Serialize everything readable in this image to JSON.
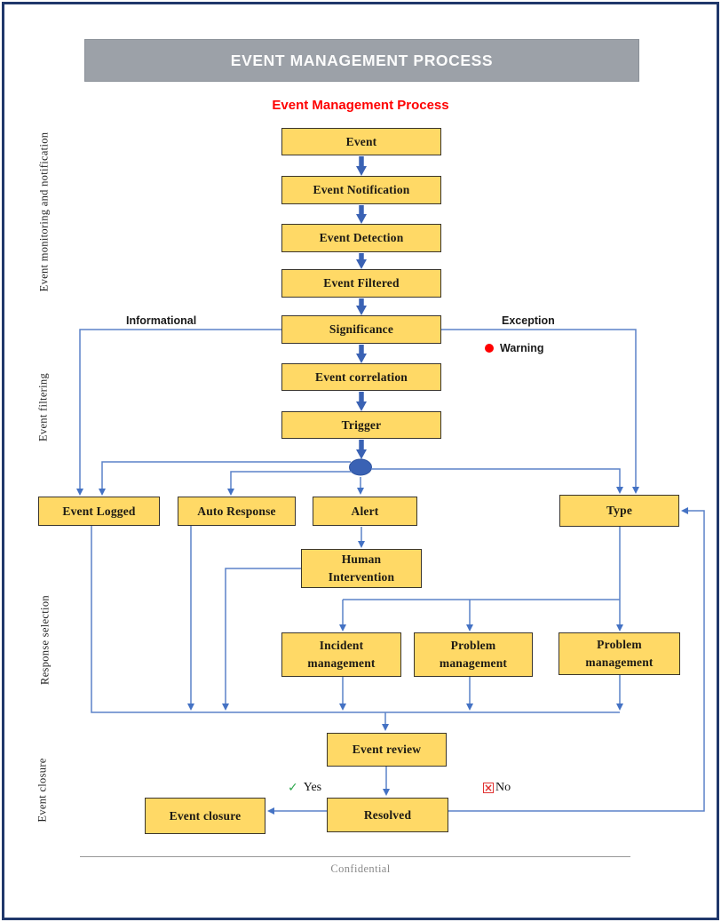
{
  "header": {
    "banner_title": "EVENT MANAGEMENT PROCESS",
    "subtitle": "Event Management Process"
  },
  "phases": [
    {
      "label": "Event monitoring and notification"
    },
    {
      "label": "Event filtering"
    },
    {
      "label": "Response selection"
    },
    {
      "label": "Event closure"
    }
  ],
  "nodes": {
    "event": "Event",
    "event_notification": "Event Notification",
    "event_detection": "Event Detection",
    "event_filtered": "Event Filtered",
    "significance": "Significance",
    "event_correlation": "Event correlation",
    "trigger": "Trigger",
    "event_logged": "Event Logged",
    "auto_response": "Auto Response",
    "alert": "Alert",
    "type": "Type",
    "human_intervention": "Human\nIntervention",
    "incident_management": "Incident\nmanagement",
    "problem_management_1": "Problem\nmanagement",
    "problem_management_2": "Problem\nmanagement",
    "event_review": "Event review",
    "resolved": "Resolved",
    "event_closure": "Event closure"
  },
  "branch_labels": {
    "informational": "Informational",
    "exception": "Exception",
    "warning": "Warning",
    "yes": "Yes",
    "no": "No"
  },
  "icons": {
    "yes_check": "✓",
    "no_cross": "×"
  },
  "footer": {
    "confidential": "Confidential"
  },
  "colors": {
    "node_fill": "#FFD966",
    "node_border": "#3A352C",
    "connector_blue": "#4472C4",
    "thick_arrow_blue": "#3A62B4",
    "banner_bg": "#9CA1A8",
    "title_red": "#FF0000",
    "page_border_navy": "#20386B",
    "warning_dot_red": "#FF0000",
    "yes_check_green": "#2EA84E",
    "no_cross_red": "#E03131"
  }
}
